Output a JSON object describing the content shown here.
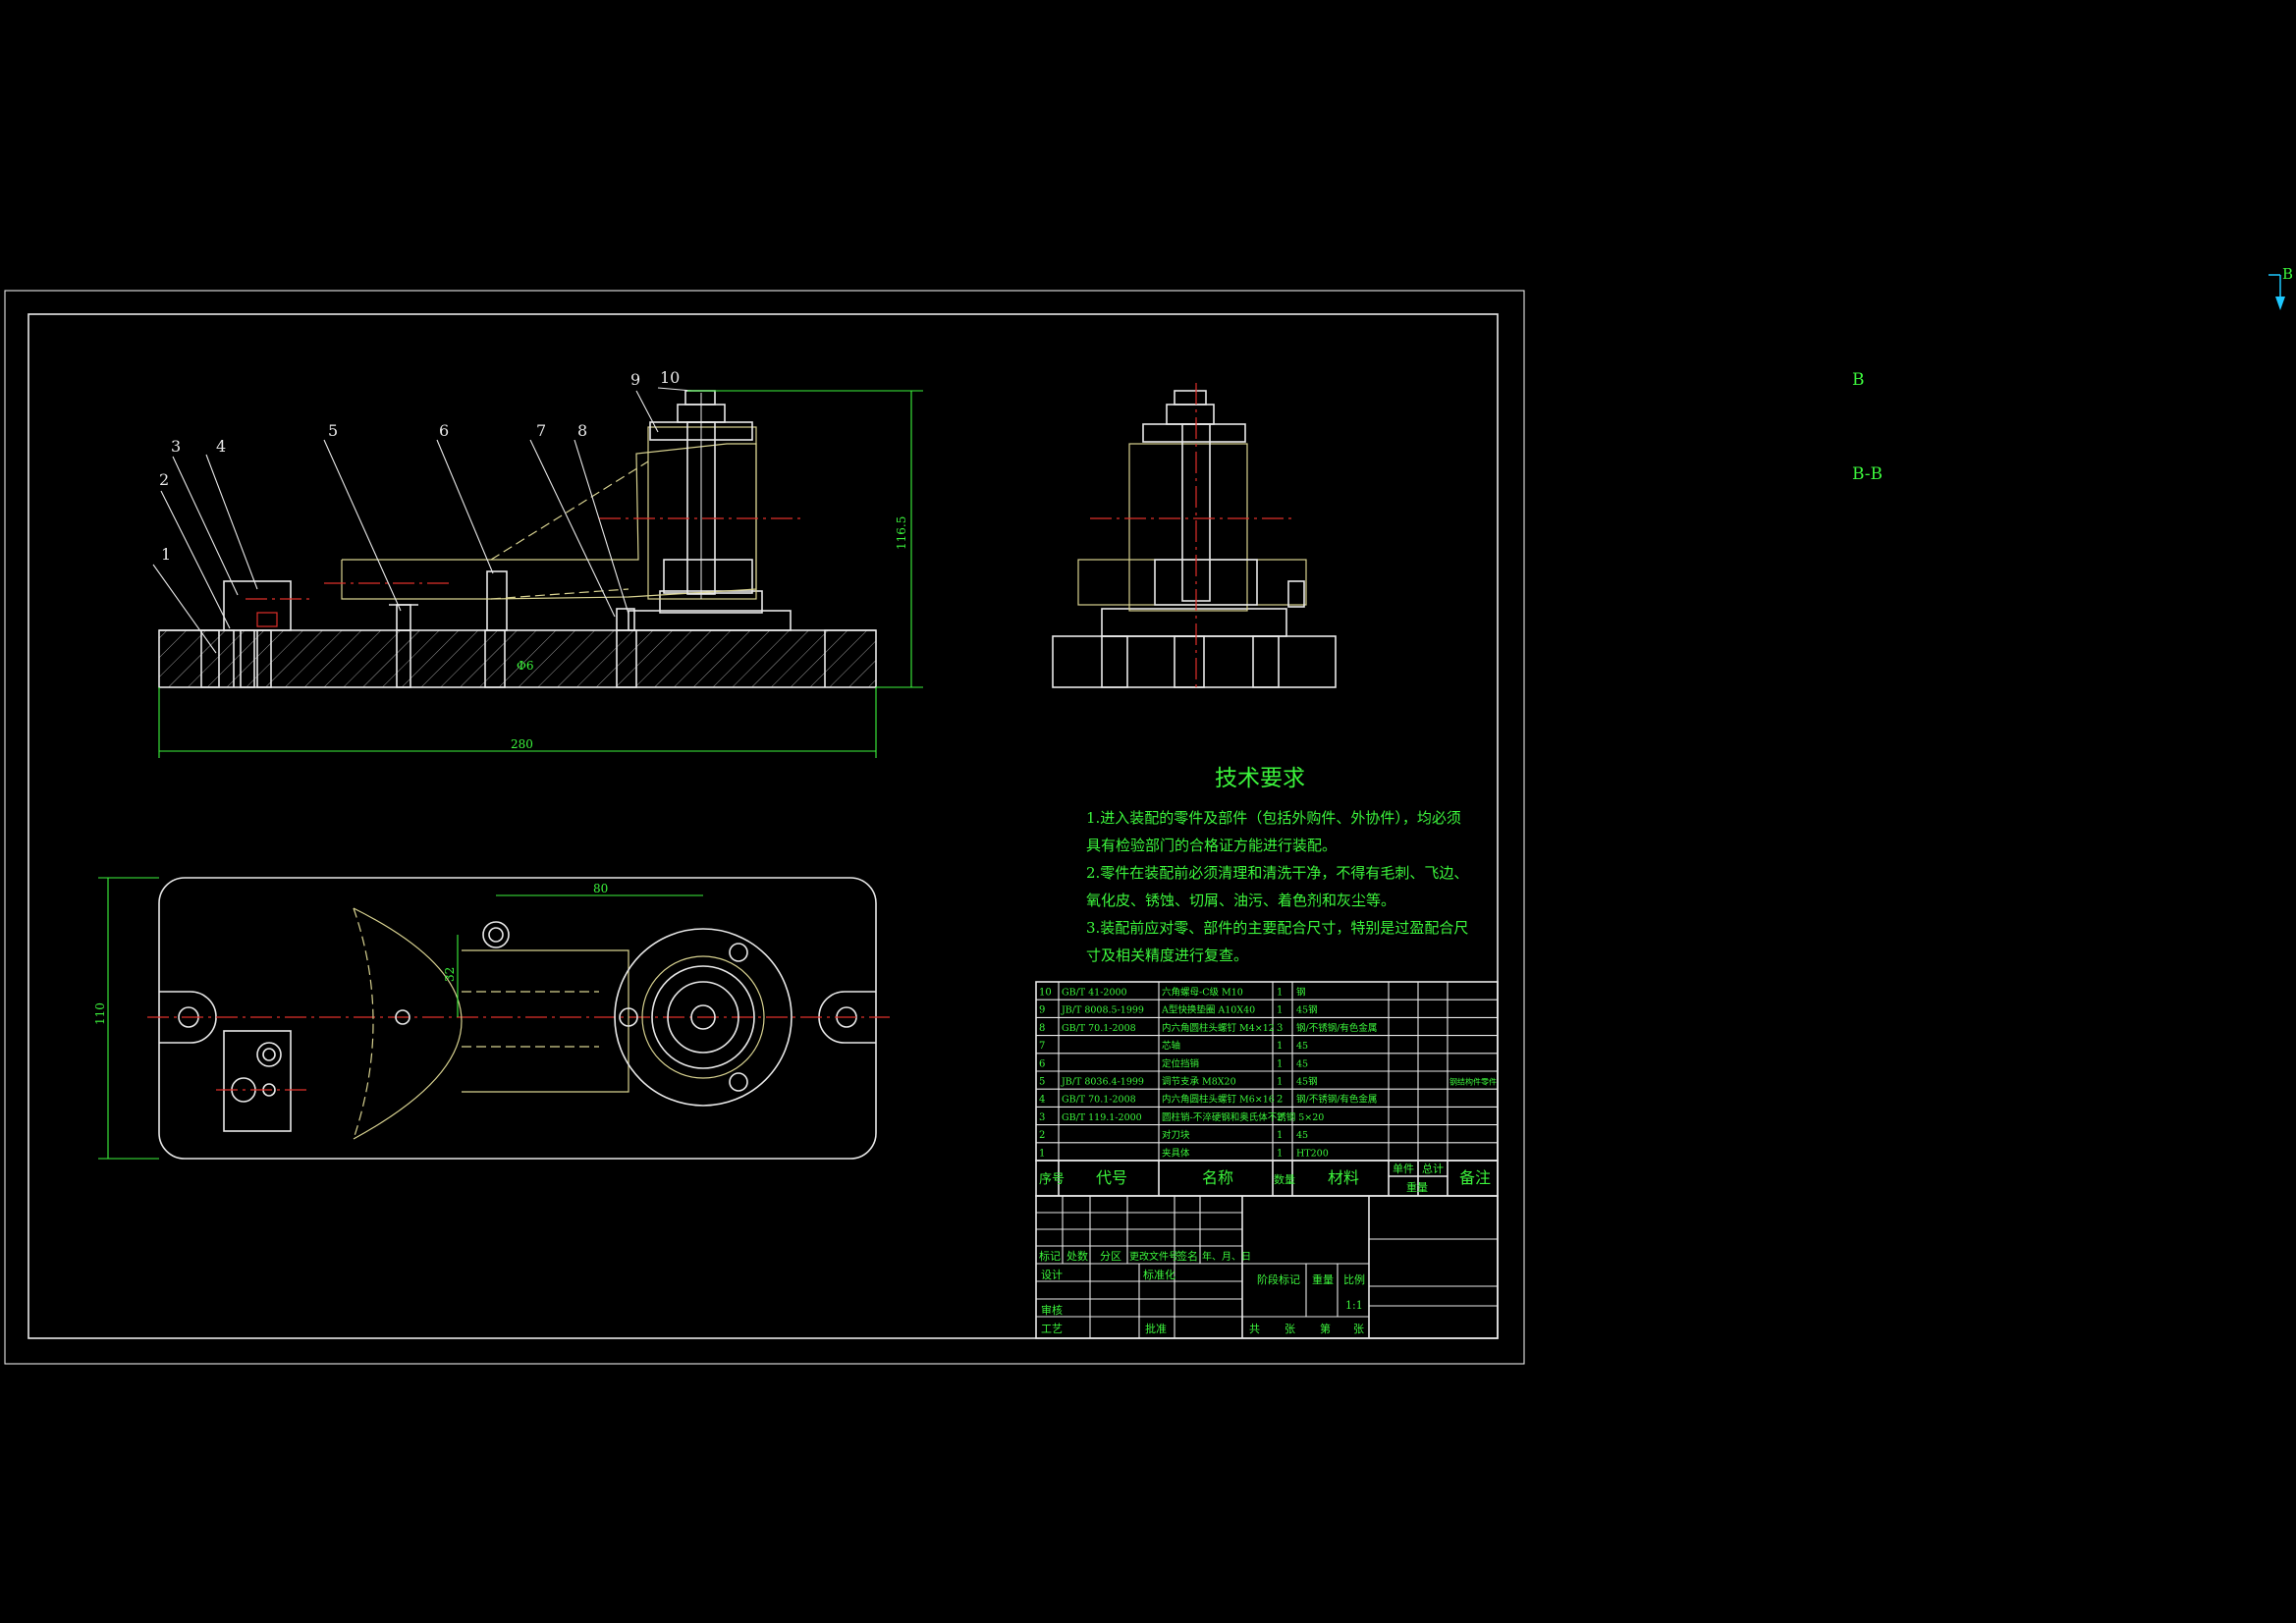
{
  "colors": {
    "background": "#000000",
    "lines": "#e8e8e8",
    "text": "#3cf53c",
    "centerline": "#e0302a",
    "phantom": "#d8d290",
    "arrow": "#1ec8ff"
  },
  "balloons": [
    "1",
    "2",
    "3",
    "4",
    "5",
    "6",
    "7",
    "8",
    "9",
    "10"
  ],
  "dimensions": {
    "height": "116.5",
    "length": "280",
    "width_plan": "110",
    "offset_80": "80",
    "offset_32": "32",
    "bore": "Φ6"
  },
  "section": {
    "marker": "B",
    "label_b": "B",
    "label_bb": "B-B"
  },
  "tech": {
    "title": "技术要求",
    "lines": [
      "1.进入装配的零件及部件（包括外购件、外协件），均必须",
      "具有检验部门的合格证方能进行装配。",
      "2.零件在装配前必须清理和清洗干净，不得有毛刺、飞边、",
      "氧化皮、锈蚀、切屑、油污、着色剂和灰尘等。",
      "3.装配前应对零、部件的主要配合尺寸，特别是过盈配合尺",
      "寸及相关精度进行复查。"
    ]
  },
  "bom": {
    "rows": [
      {
        "no": "10",
        "code": "GB/T 41-2000",
        "name": "六角螺母-C级 M10",
        "qty": "1",
        "mat": "钢",
        "note": ""
      },
      {
        "no": "9",
        "code": "JB/T 8008.5-1999",
        "name": "A型快换垫圈 A10X40",
        "qty": "1",
        "mat": "45钢",
        "note": ""
      },
      {
        "no": "8",
        "code": "GB/T 70.1-2008",
        "name": "内六角圆柱头螺钉 M4×12",
        "qty": "3",
        "mat": "钢/不锈钢/有色金属",
        "note": ""
      },
      {
        "no": "7",
        "code": "",
        "name": "芯轴",
        "qty": "1",
        "mat": "45",
        "note": ""
      },
      {
        "no": "6",
        "code": "",
        "name": "定位挡销",
        "qty": "1",
        "mat": "45",
        "note": ""
      },
      {
        "no": "5",
        "code": "JB/T 8036.4-1999",
        "name": "调节支承 M8X20",
        "qty": "1",
        "mat": "45钢",
        "note": "钢结构件零件"
      },
      {
        "no": "4",
        "code": "GB/T 70.1-2008",
        "name": "内六角圆柱头螺钉 M6×16",
        "qty": "2",
        "mat": "钢/不锈钢/有色金属",
        "note": ""
      },
      {
        "no": "3",
        "code": "GB/T 119.1-2000",
        "name": "圆柱销-不淬硬钢和奥氏体不锈钢 5×20",
        "qty": "2",
        "mat": "",
        "note": ""
      },
      {
        "no": "2",
        "code": "",
        "name": "对刀块",
        "qty": "1",
        "mat": "45",
        "note": ""
      },
      {
        "no": "1",
        "code": "",
        "name": "夹具体",
        "qty": "1",
        "mat": "HT200",
        "note": ""
      }
    ],
    "headers": {
      "no": "序号",
      "code": "代号",
      "name": "名称",
      "qty": "数量",
      "mat": "材料",
      "unit": "单件",
      "total": "总计",
      "weight": "重量",
      "note": "备注"
    }
  },
  "titleblock": {
    "row1": [
      "标记",
      "处数",
      "分区",
      "更改文件号",
      "签名",
      "年、月、日"
    ],
    "design": "设计",
    "std": "标准化",
    "check": "审核",
    "process": "工艺",
    "approve": "批准",
    "stage": "阶段标记",
    "weight": "重量",
    "scale": "比例",
    "scale_value": "1:1",
    "sheet": [
      "共",
      "张",
      "第",
      "张"
    ]
  }
}
